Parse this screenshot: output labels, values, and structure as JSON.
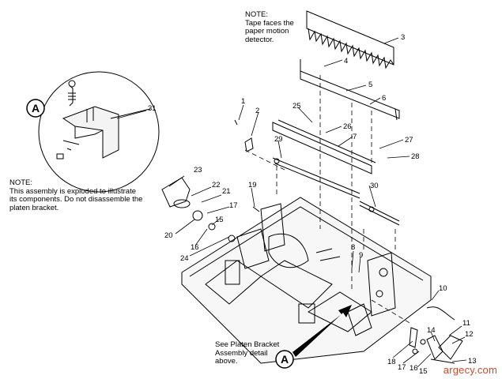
{
  "notes": {
    "tape": "NOTE:\nTape faces the\npaper motion\ndetector.",
    "assembly": "NOTE:\nThis assembly is exploded to illustrate\nits components. Do not disassemble the\nplaten bracket.",
    "see_detail": "See Platen Bracket\nAssembly detail\nabove."
  },
  "detail_badge": "A",
  "callouts": [
    "1",
    "2",
    "3",
    "4",
    "5",
    "6",
    "7",
    "8",
    "9",
    "10",
    "11",
    "12",
    "13",
    "14",
    "15",
    "16",
    "17",
    "18",
    "19",
    "20",
    "21",
    "22",
    "23",
    "24",
    "25",
    "26",
    "27",
    "28",
    "29",
    "30",
    "31",
    "15",
    "16",
    "17"
  ],
  "watermark": "argecy.com",
  "colors": {
    "line": "#000000",
    "watermark": "#d04a2a"
  }
}
